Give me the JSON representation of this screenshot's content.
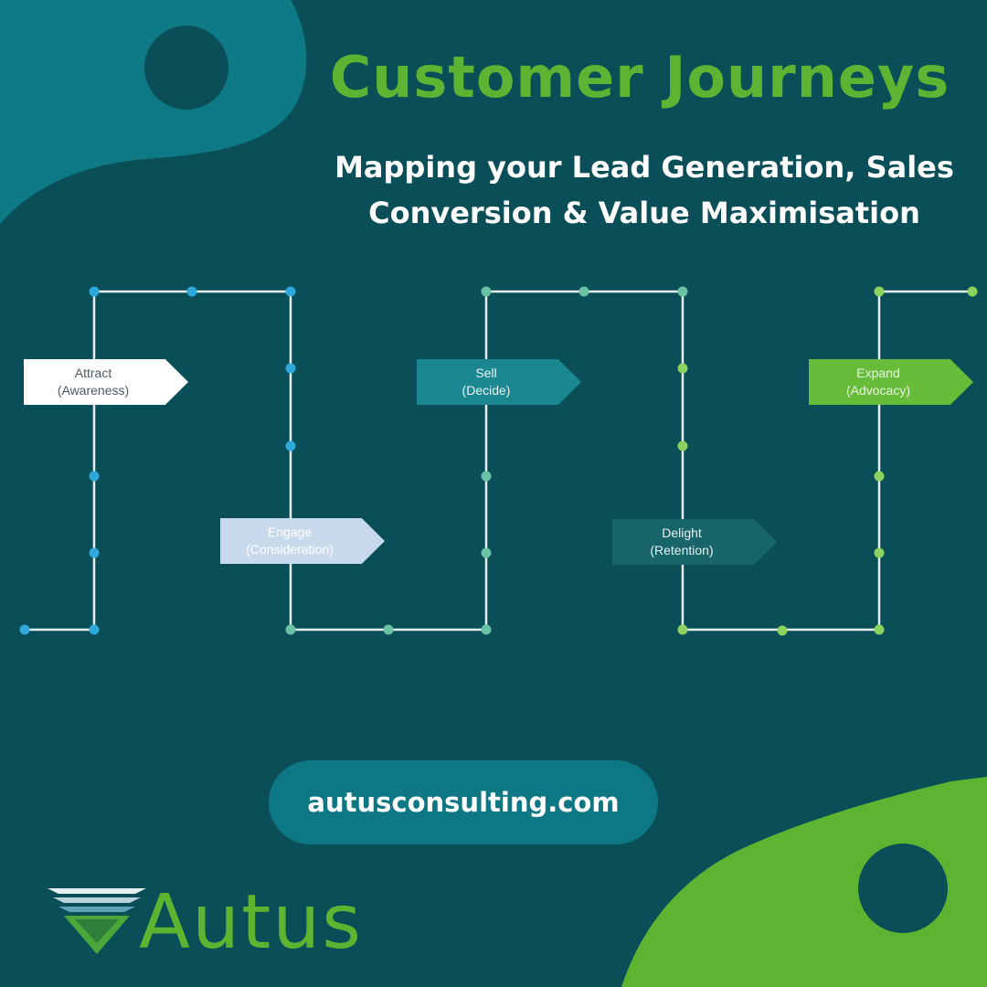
{
  "colors": {
    "background": "#0a4f57",
    "teal_blob": "#0d7a86",
    "green_blob": "#5cb431",
    "title_green": "#5cb432",
    "path_line": "#e6eef0",
    "url_pill": "#0e7784",
    "dot_blue": "#2fa8dc",
    "dot_teal": "#69c2a4",
    "dot_green": "#8bd35e"
  },
  "header": {
    "title": "Customer Journeys",
    "subtitle_line1": "Mapping your Lead Generation, Sales",
    "subtitle_line2": "Conversion & Value Maximisation"
  },
  "journey": {
    "stages": [
      {
        "name": "Attract",
        "sub": "(Awareness)",
        "fill": "#ffffff",
        "text_color": "#4a5a60"
      },
      {
        "name": "Engage",
        "sub": "(Consideration)",
        "fill": "#c9d9ec",
        "text_color": "#ffffff"
      },
      {
        "name": "Sell",
        "sub": "(Decide)",
        "fill": "#1a8791",
        "text_color": "#e8f4f4"
      },
      {
        "name": "Delight",
        "sub": "(Retention)",
        "fill": "#17656a",
        "text_color": "#e8f0f0"
      },
      {
        "name": "Expand",
        "sub": "(Advocacy)",
        "fill": "#67bd3a",
        "text_color": "#e8f5e0"
      }
    ]
  },
  "footer": {
    "url": "autusconsulting.com",
    "logo_text": "Autus"
  }
}
